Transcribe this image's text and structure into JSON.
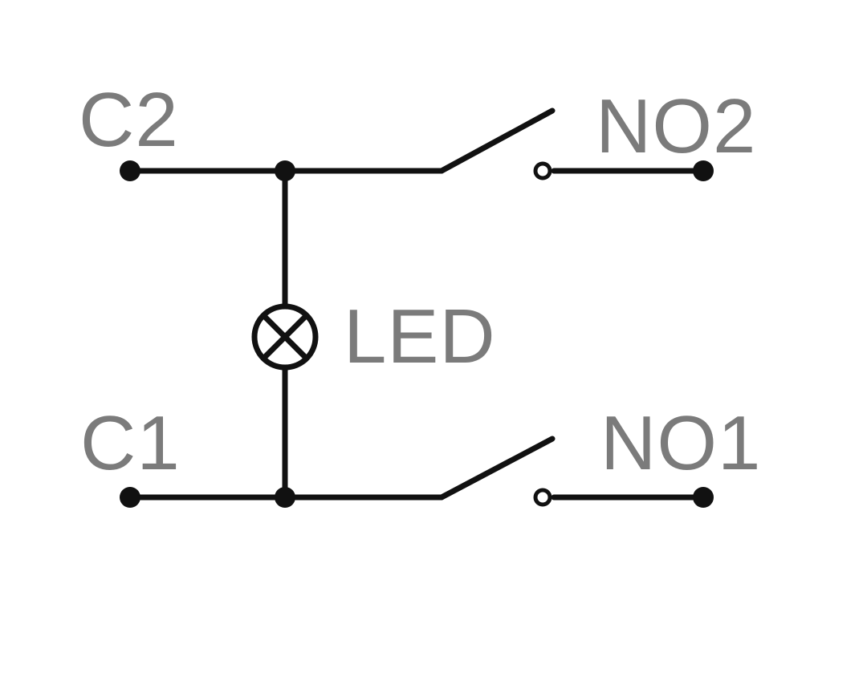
{
  "diagram": {
    "labels": {
      "c2": "C2",
      "no2": "NO2",
      "c1": "C1",
      "no1": "NO1",
      "led": "LED"
    },
    "colors": {
      "line": "#111111",
      "label": "#7b7b7b",
      "background": "#ffffff"
    }
  }
}
